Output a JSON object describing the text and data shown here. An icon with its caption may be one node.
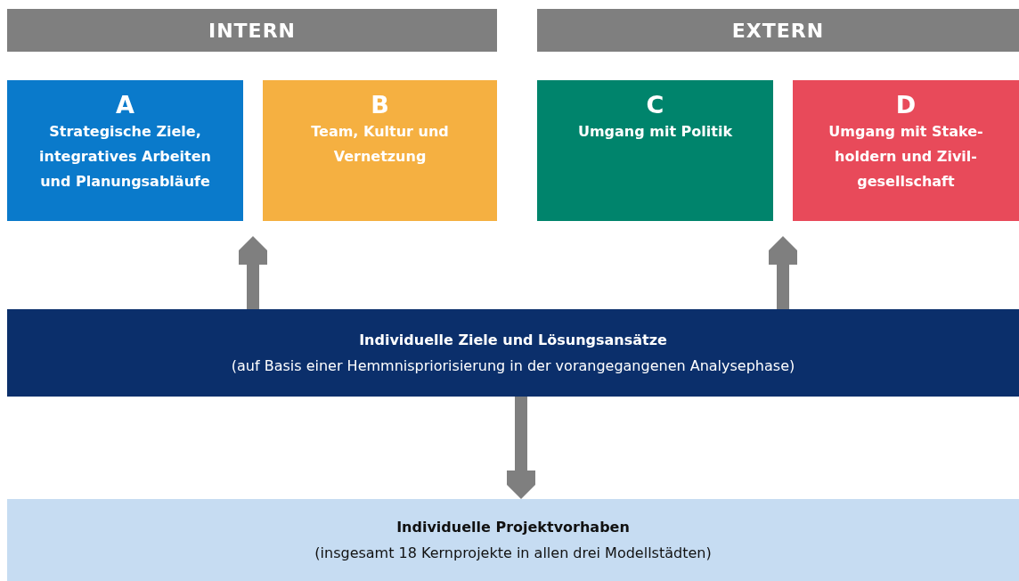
{
  "diagram": {
    "nodes": [
      {
        "text": [
          "INTERN"
        ]
      },
      {
        "text": [
          "EXTERN"
        ]
      },
      {
        "text": [
          "A",
          "Strategische Ziele, integratives Arbeiten und Planungsabläufe"
        ]
      },
      {
        "text": [
          "B",
          "Team, Kultur und Vernetzung"
        ]
      },
      {
        "text": [
          "C",
          "Umgang mit Politik"
        ]
      },
      {
        "text": [
          "D",
          "Umgang mit Stake-holdern und Zivil-gesellschaft"
        ]
      },
      {
        "text": [
          "Individuelle Ziele und Lösungsansätze",
          "(auf Basis einer Hemmnispriorisierung in der vorangegangenen Analysephase)"
        ]
      },
      {
        "text": [
          "Individuelle Projektvorhaben",
          "(insgesamt 18 Kernprojekte in allen drei Modellstädten)"
        ]
      }
    ],
    "edges": [
      {
        "from": 6,
        "to": 2,
        "arrow": "to"
      },
      {
        "from": 6,
        "to": 3,
        "arrow": "to"
      },
      {
        "from": 6,
        "to": 4,
        "arrow": "to"
      },
      {
        "from": 6,
        "to": 5,
        "arrow": "to"
      },
      {
        "from": 6,
        "to": 7,
        "arrow": "to"
      }
    ]
  }
}
